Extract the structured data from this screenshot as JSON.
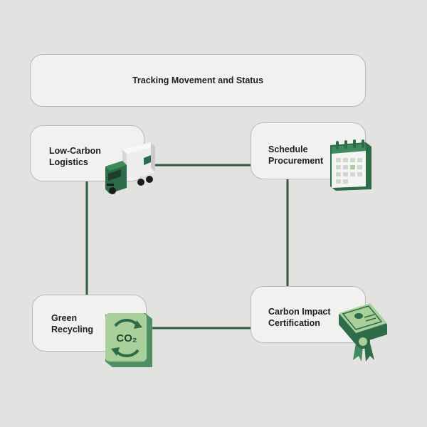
{
  "title": "Tracking Movement and Status",
  "nodes": {
    "logistics": {
      "label": "Low-Carbon\nLogistics",
      "icon": "truck-icon"
    },
    "procurement": {
      "label": "Schedule\nProcurement",
      "icon": "calendar-icon"
    },
    "recycling": {
      "label": "Green\nRecycling",
      "icon": "co2-recycle-icon"
    },
    "certification": {
      "label": "Carbon Impact\nCertification",
      "icon": "certificate-icon"
    }
  },
  "icon_text": {
    "co2": "CO₂"
  },
  "colors": {
    "connector": "#2f5b45",
    "dark_green": "#2e6b48",
    "light_green": "#a9cf9a",
    "background": "#e2e2e0",
    "card": "#f1f1f0"
  }
}
